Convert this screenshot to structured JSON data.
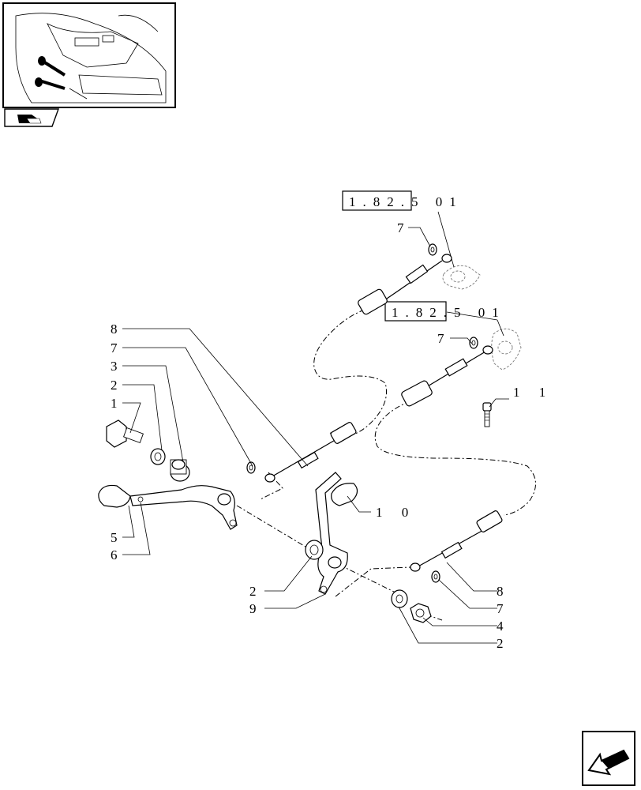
{
  "refs": {
    "upper": "1.82.5 01",
    "lower": "1.82.5 01"
  },
  "callouts": {
    "c1": "1",
    "c2_left": "2",
    "c3": "3",
    "c5": "5",
    "c6": "6",
    "c7_left": "7",
    "c8_left": "8",
    "c7_upper": "7",
    "c7_lower": "7",
    "c10": "1 0",
    "c11": "1 1",
    "c2_bottom_left": "2",
    "c9": "9",
    "c8_right": "8",
    "c7_right": "7",
    "c4": "4",
    "c2_right": "2"
  },
  "icons": {
    "thumbnail": "tractor-cab-interior-thumbnail",
    "nav_badge": "book-page-icon",
    "nav_arrow": "previous-page-arrow-icon"
  }
}
